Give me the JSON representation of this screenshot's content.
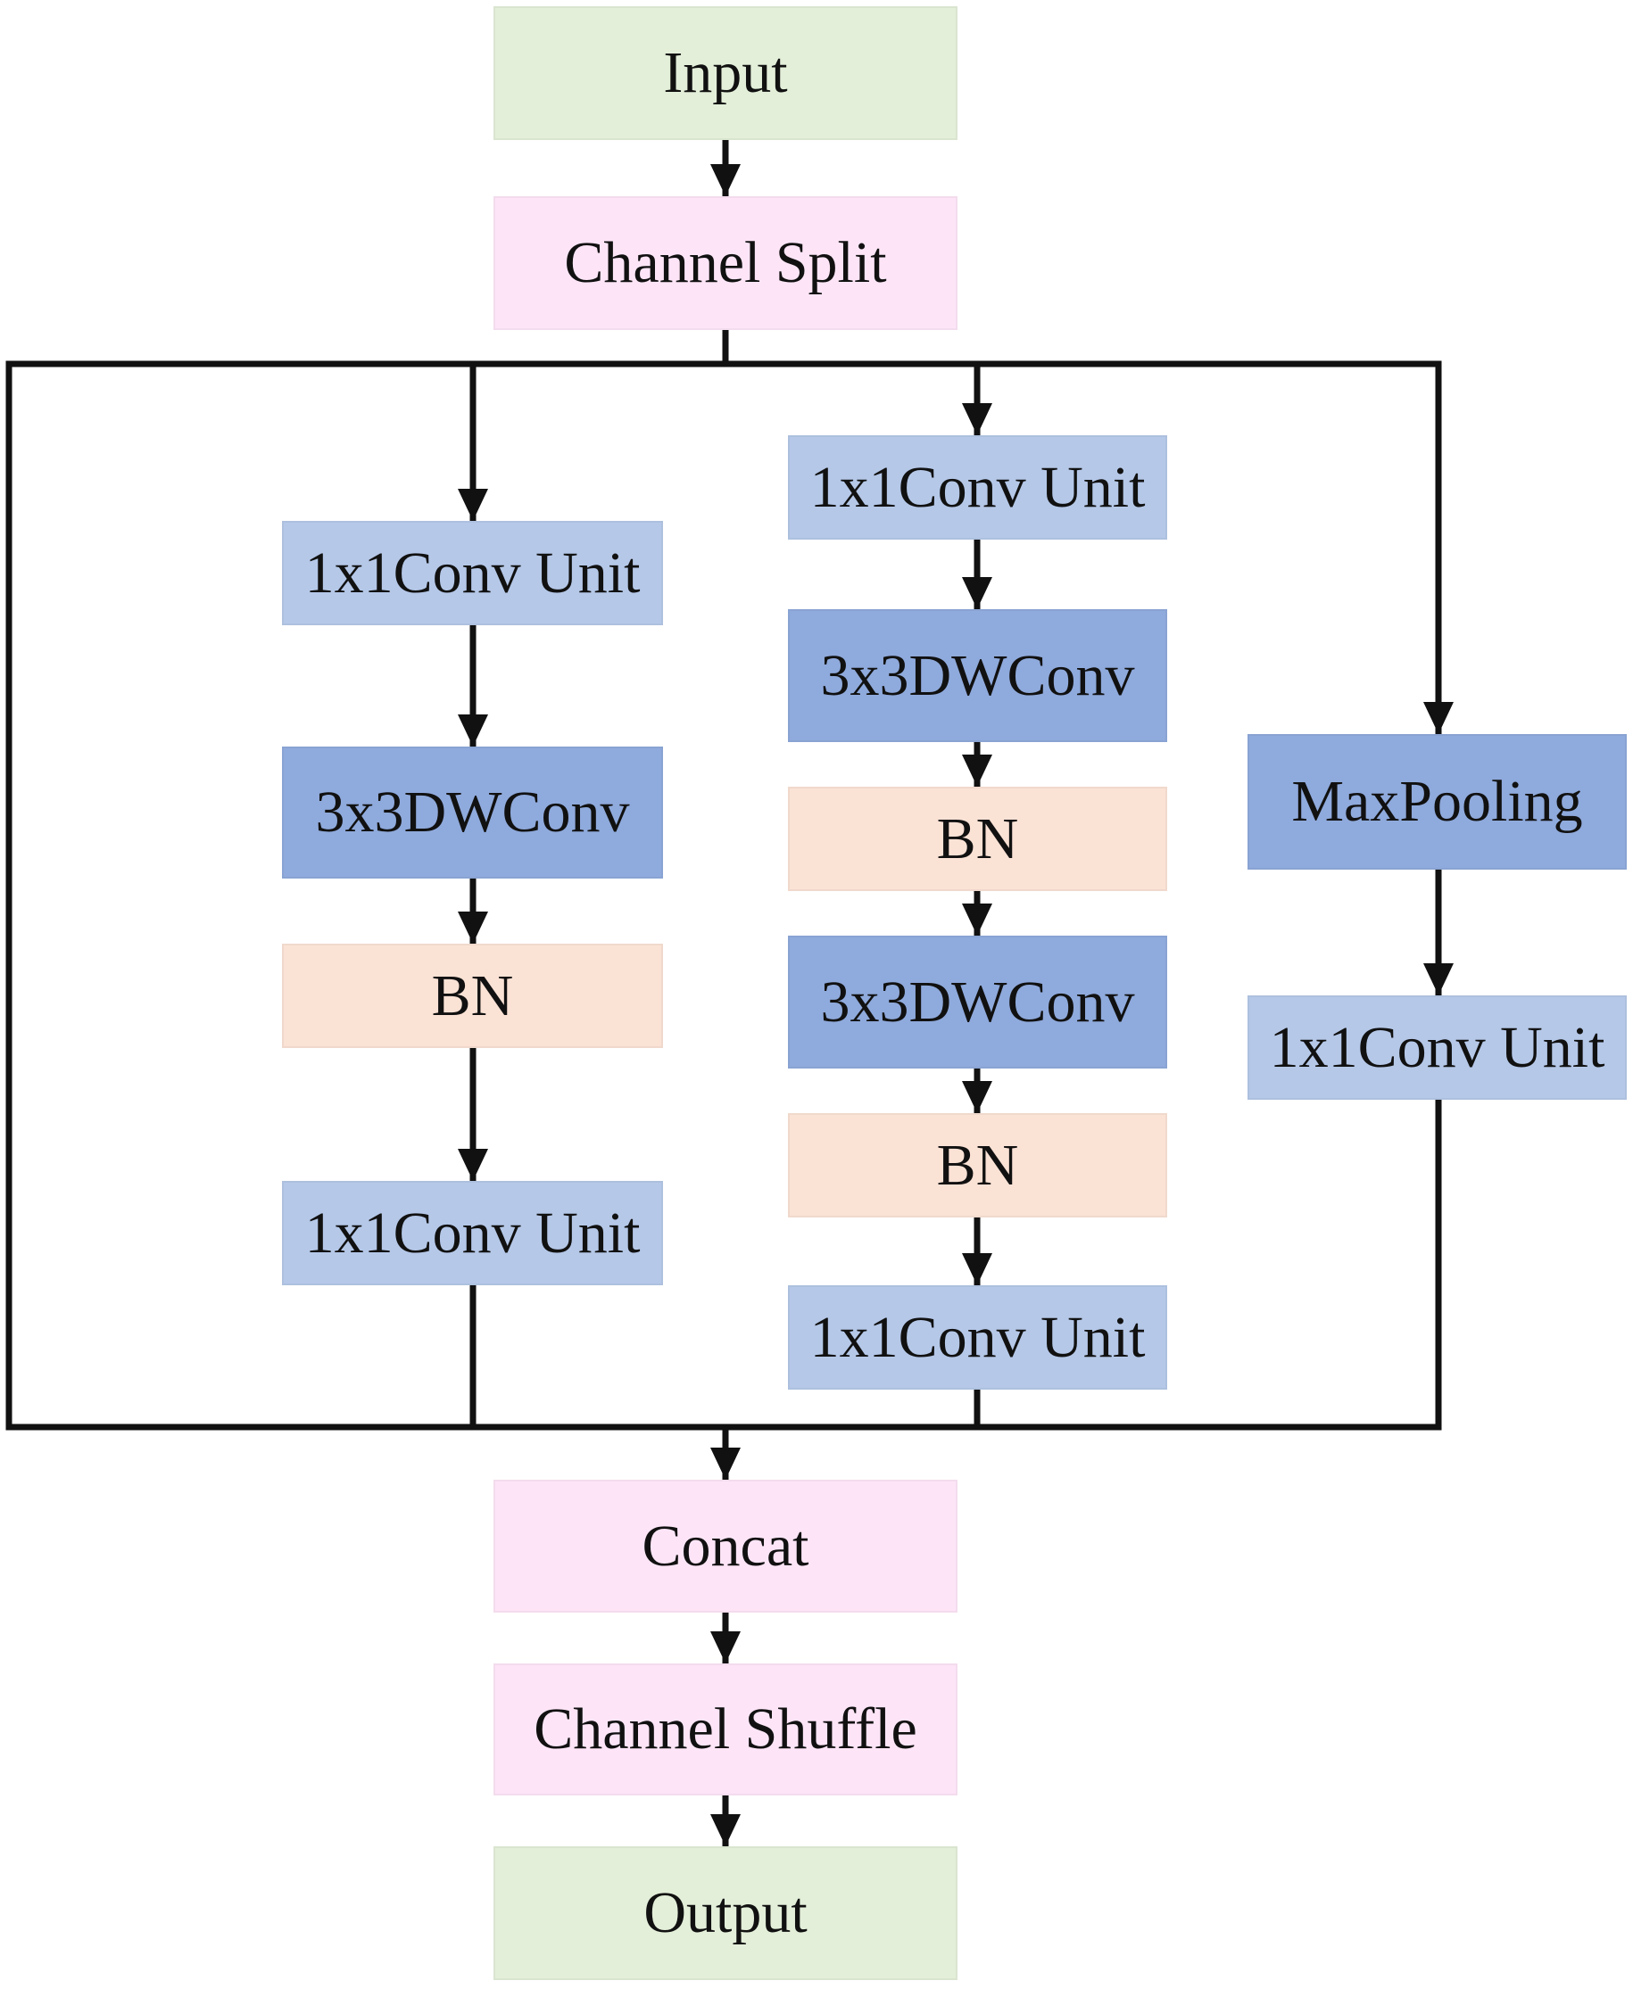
{
  "colors": {
    "io": "#e3efd9",
    "pink": "#fde5f7",
    "unit": "#b5c8e8",
    "dwconv": "#8faadc",
    "bn": "#fae2d5",
    "line": "#111111"
  },
  "diagram": {
    "input": "Input",
    "channel_split": "Channel Split",
    "branch1": {
      "conv_in": "1x1Conv Unit",
      "dwconv": "3x3DWConv",
      "bn": "BN",
      "conv_out": "1x1Conv Unit"
    },
    "branch2": {
      "conv_in": "1x1Conv Unit",
      "dwconv_1": "3x3DWConv",
      "bn_1": "BN",
      "dwconv_2": "3x3DWConv",
      "bn_2": "BN",
      "conv_out": "1x1Conv Unit"
    },
    "branch3": {
      "pool": "MaxPooling",
      "conv_out": "1x1Conv Unit"
    },
    "concat": "Concat",
    "channel_shuffle": "Channel Shuffle",
    "output": "Output"
  }
}
